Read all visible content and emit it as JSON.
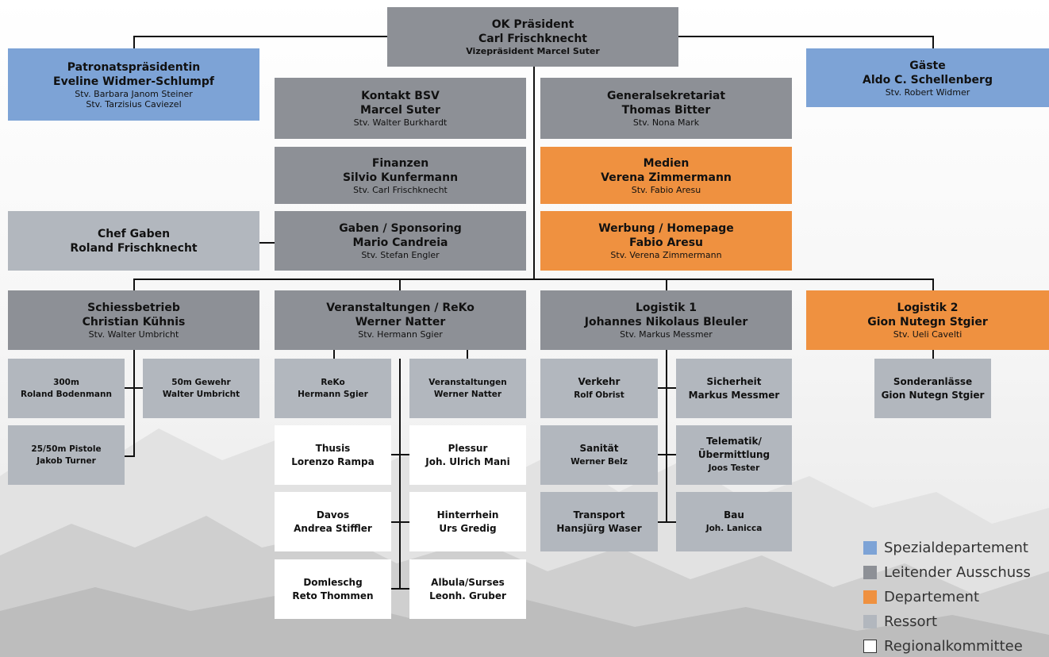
{
  "top": {
    "line1": "OK Präsident",
    "line2": "Carl Frischknecht",
    "line3": "Vizepräsident Marcel Suter"
  },
  "patronat": {
    "line1": "Patronatspräsidentin",
    "line2": "Eveline Widmer-Schlumpf",
    "line3": "Stv. Barbara Janom Steiner",
    "line4": "Stv. Tarzisius Caviezel"
  },
  "gaeste": {
    "line1": "Gäste",
    "line2": "Aldo C. Schellenberg",
    "line3": "Stv. Robert Widmer"
  },
  "kontakt": {
    "line1": "Kontakt BSV",
    "line2": "Marcel Suter",
    "line3": "Stv. Walter Burkhardt"
  },
  "generalsekretariat": {
    "line1": "Generalsekretariat",
    "line2": "Thomas Bitter",
    "line3": "Stv. Nona Mark"
  },
  "finanzen": {
    "line1": "Finanzen",
    "line2": "Silvio Kunfermann",
    "line3": "Stv. Carl Frischknecht"
  },
  "medien": {
    "line1": "Medien",
    "line2": "Verena Zimmermann",
    "line3": "Stv. Fabio Aresu"
  },
  "chef_gaben": {
    "line1": "Chef Gaben",
    "line2": "Roland Frischknecht"
  },
  "gaben": {
    "line1": "Gaben / Sponsoring",
    "line2": "Mario Candreia",
    "line3": "Stv. Stefan Engler"
  },
  "werbung": {
    "line1": "Werbung / Homepage",
    "line2": "Fabio Aresu",
    "line3": "Stv. Verena Zimmermann"
  },
  "schiess": {
    "line1": "Schiessbetrieb",
    "line2": "Christian Kühnis",
    "line3": "Stv. Walter Umbricht"
  },
  "veranstaltungen": {
    "line1": "Veranstaltungen / ReKo",
    "line2": "Werner Natter",
    "line3": "Stv. Hermann Sgier"
  },
  "logistik1": {
    "line1": "Logistik 1",
    "line2": "Johannes Nikolaus Bleuler",
    "line3": "Stv. Markus Messmer"
  },
  "logistik2": {
    "line1": "Logistik 2",
    "line2": "Gion Nutegn Stgier",
    "line3": "Stv. Ueli Cavelti"
  },
  "r300": {
    "line1": "300m",
    "line2": "Roland Bodenmann"
  },
  "r50g": {
    "line1": "50m Gewehr",
    "line2": "Walter Umbricht"
  },
  "r2550": {
    "line1": "25/50m Pistole",
    "line2": "Jakob Turner"
  },
  "reko": {
    "line1": "ReKo",
    "line2": "Hermann Sgier"
  },
  "rver": {
    "line1": "Veranstaltungen",
    "line2": "Werner Natter"
  },
  "thusis": {
    "line1": "Thusis",
    "line2": "Lorenzo Rampa"
  },
  "plessur": {
    "line1": "Plessur",
    "line2": "Joh. Ulrich Mani"
  },
  "davos": {
    "line1": "Davos",
    "line2": "Andrea Stiffler"
  },
  "hinterrhein": {
    "line1": "Hinterrhein",
    "line2": "Urs Gredig"
  },
  "domleschg": {
    "line1": "Domleschg",
    "line2": "Reto Thommen"
  },
  "albula": {
    "line1": "Albula/Surses",
    "line2": "Leonh. Gruber"
  },
  "verkehr": {
    "line1": "Verkehr",
    "line2": "Rolf Obrist"
  },
  "sicherheit": {
    "line1": "Sicherheit",
    "line2": "Markus Messmer"
  },
  "sanitaet": {
    "line1": "Sanität",
    "line2": "Werner Belz"
  },
  "telematik": {
    "line1": "Telematik/",
    "line2": "Übermittlung",
    "line3": "Joos Tester"
  },
  "transport": {
    "line1": "Transport",
    "line2": "Hansjürg Waser"
  },
  "bau": {
    "line1": "Bau",
    "line2": "Joh. Lanicca"
  },
  "sonder": {
    "line1": "Sonderanlässe",
    "line2": "Gion Nutegn Stgier"
  },
  "legend": [
    {
      "label": "Spezialdepartement",
      "color": "#7da3d6"
    },
    {
      "label": "Leitender Ausschuss",
      "color": "#8d9096"
    },
    {
      "label": "Departement",
      "color": "#ef9140"
    },
    {
      "label": "Ressort",
      "color": "#b2b7be"
    },
    {
      "label": "Regionalkommittee",
      "color": "#ffffff"
    }
  ]
}
